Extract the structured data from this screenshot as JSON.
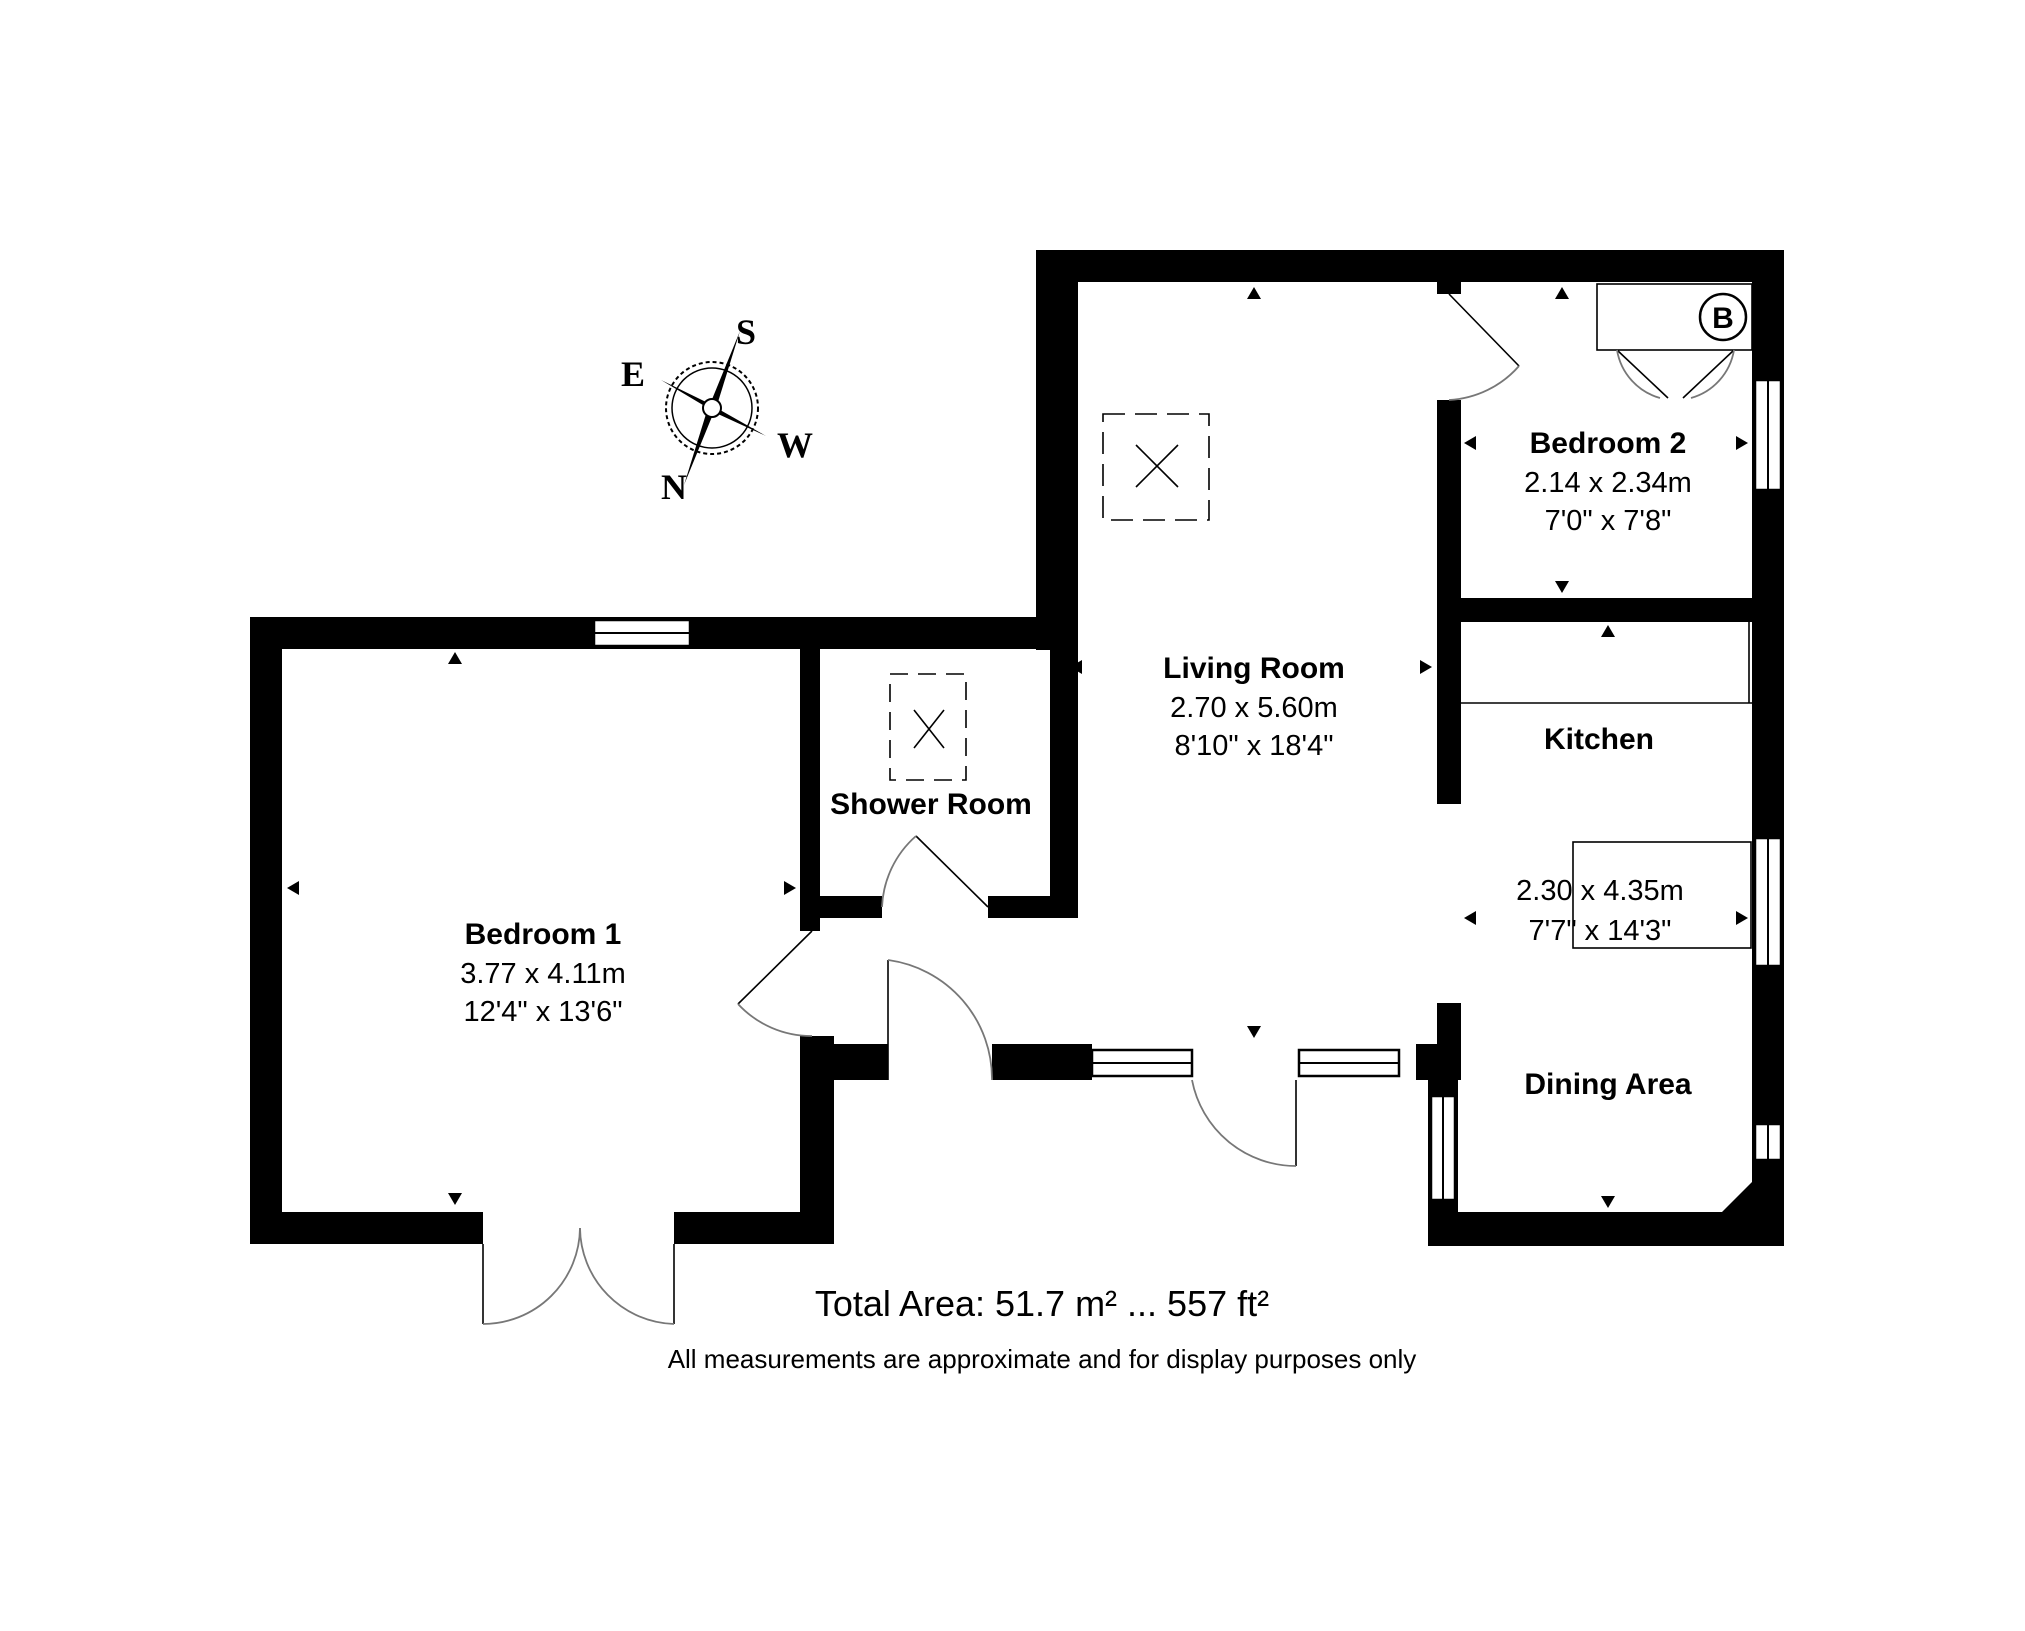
{
  "compass": {
    "north": "N",
    "south": "S",
    "east": "E",
    "west": "W"
  },
  "rooms": {
    "bedroom1": {
      "name": "Bedroom 1",
      "metric": "3.77 x 4.11m",
      "imperial": "12'4\" x 13'6\""
    },
    "shower": {
      "name": "Shower Room"
    },
    "living": {
      "name": "Living Room",
      "metric": "2.70 x 5.60m",
      "imperial": "8'10\" x 18'4\""
    },
    "bedroom2": {
      "name": "Bedroom 2",
      "metric": "2.14 x 2.34m",
      "imperial": "7'0\" x 7'8\""
    },
    "kitchen": {
      "name": "Kitchen",
      "metric": "2.30 x 4.35m",
      "imperial": "7'7\" x 14'3\""
    },
    "dining": {
      "name": "Dining Area"
    }
  },
  "boiler_label": "B",
  "footer": {
    "total_area": "Total Area: 51.7 m² ... 557 ft²",
    "disclaimer": "All measurements are approximate and for display purposes only"
  }
}
